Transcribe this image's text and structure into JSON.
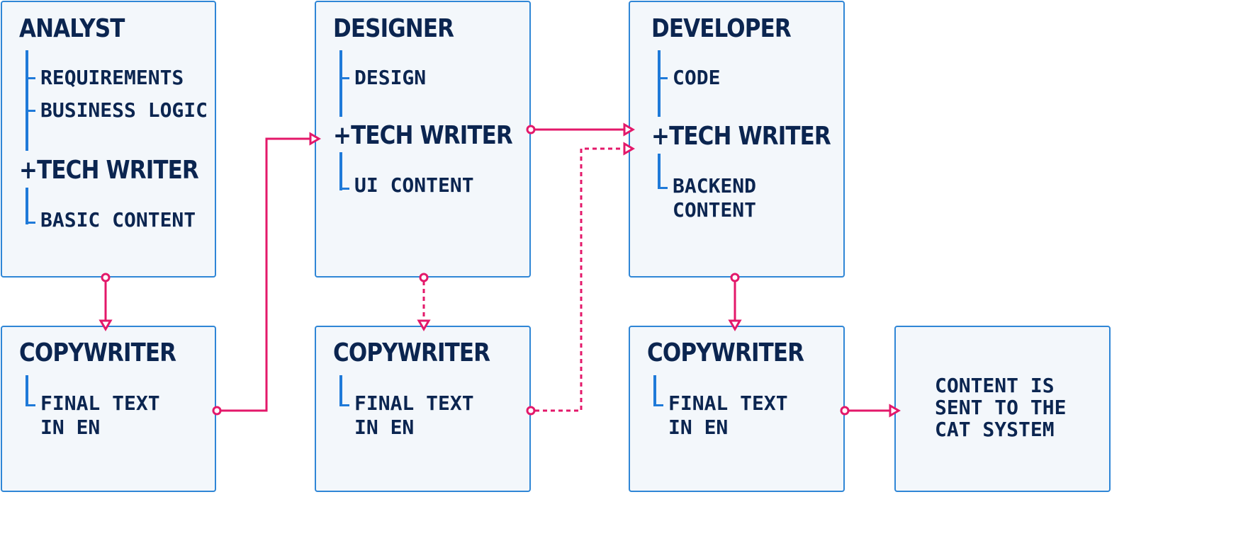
{
  "colors": {
    "box_fill": "#f3f7fb",
    "box_border": "#2f86d6",
    "text": "#0b2550",
    "connector": "#e3186a",
    "tree_line": "#1f7ad9"
  },
  "analyst": {
    "title": "ANALYST",
    "items": [
      "REQUIREMENTS",
      "BUSINESS LOGIC"
    ],
    "plus_title": "+TECH WRITER",
    "plus_item": "BASIC CONTENT"
  },
  "designer": {
    "title": "DESIGNER",
    "items": [
      "DESIGN"
    ],
    "plus_title": "+TECH WRITER",
    "plus_item": "UI CONTENT"
  },
  "developer": {
    "title": "DEVELOPER",
    "items": [
      "CODE"
    ],
    "plus_title": "+TECH WRITER",
    "plus_item": "BACKEND\nCONTENT"
  },
  "copywriters": [
    {
      "title": "COPYWRITER",
      "item": "FINAL TEXT\nIN EN"
    },
    {
      "title": "COPYWRITER",
      "item": "FINAL TEXT\nIN EN"
    },
    {
      "title": "COPYWRITER",
      "item": "FINAL TEXT\nIN EN"
    }
  ],
  "cat": {
    "text": "CONTENT IS\nSENT TO THE\nCAT SYSTEM"
  }
}
